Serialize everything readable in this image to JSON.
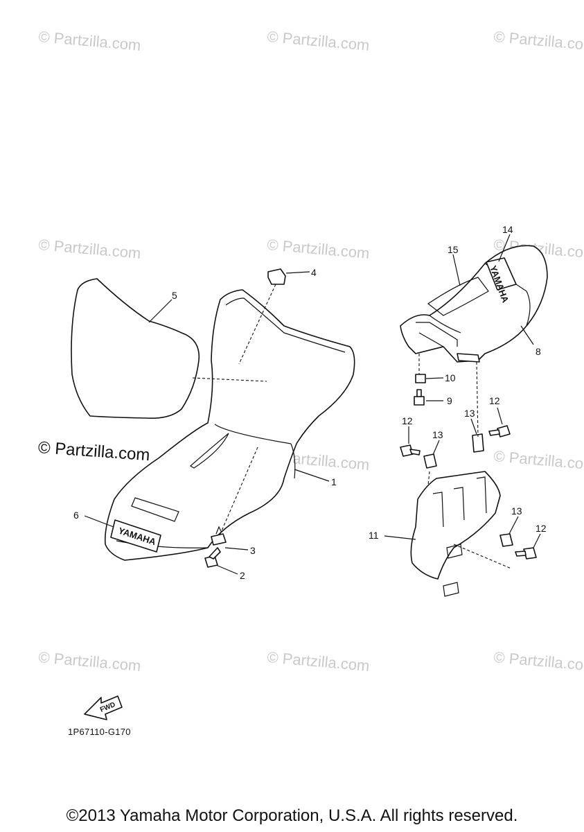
{
  "watermark": "© Partzilla.com",
  "diagram": {
    "callouts": [
      "1",
      "2",
      "3",
      "4",
      "5",
      "6",
      "8",
      "9",
      "10",
      "11",
      "12",
      "13",
      "14",
      "15"
    ],
    "brand_text": "YAMAHA",
    "fwd_label": "FWD",
    "part_code": "1P67110-G170"
  },
  "footer": {
    "copyright": "©2013 Yamaha Motor Corporation, U.S.A. All rights reserved."
  }
}
